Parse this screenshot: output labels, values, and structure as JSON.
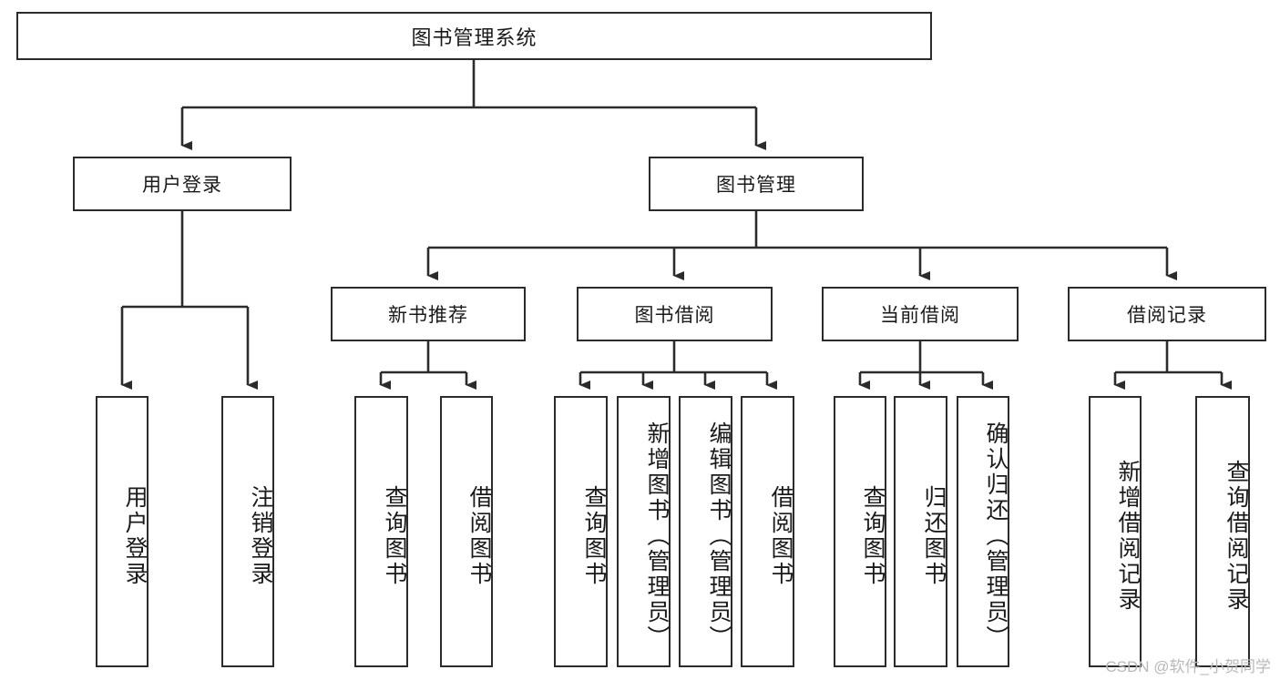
{
  "diagram": {
    "type": "tree",
    "title": "图书管理系统",
    "orientation": "top-down",
    "colors": {
      "box_border": "#2b2b2b",
      "box_fill": "#ffffff",
      "connector": "#2b2b2b",
      "text": "#1a1a1a",
      "watermark": "#b9b9b9",
      "background": "#ffffff"
    },
    "root": {
      "label": "图书管理系统"
    },
    "level2": [
      {
        "label": "用户登录"
      },
      {
        "label": "图书管理"
      }
    ],
    "level3": [
      {
        "label": "新书推荐"
      },
      {
        "label": "图书借阅"
      },
      {
        "label": "当前借阅"
      },
      {
        "label": "借阅记录"
      }
    ],
    "leaves": {
      "user_login": [
        {
          "label": "用户登录"
        },
        {
          "label": "注销登录"
        }
      ],
      "new_book_recommend": [
        {
          "label": "查询图书"
        },
        {
          "label": "借阅图书"
        }
      ],
      "book_borrow": [
        {
          "label": "查询图书"
        },
        {
          "label": "新增图书（管理员）"
        },
        {
          "label": "编辑图书（管理员）"
        },
        {
          "label": "借阅图书"
        }
      ],
      "current_borrow": [
        {
          "label": "查询图书"
        },
        {
          "label": "归还图书"
        },
        {
          "label": "确认归还（管理员）"
        }
      ],
      "borrow_record": [
        {
          "label": "新增借阅记录"
        },
        {
          "label": "查询借阅记录"
        }
      ]
    }
  },
  "watermark": {
    "text": "CSDN @软件_小贺同学"
  }
}
